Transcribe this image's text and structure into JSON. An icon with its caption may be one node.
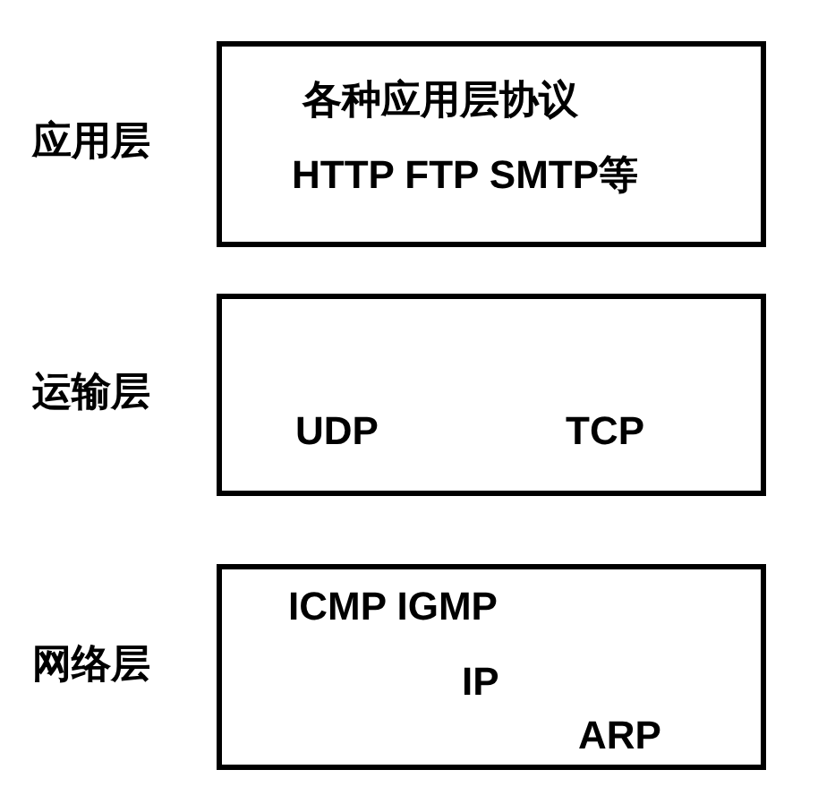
{
  "diagram": {
    "nodes": [
      {
        "text": [
          "应用层",
          "各种应用层协议",
          "HTTP FTP SMTP等"
        ]
      },
      {
        "text": [
          "运输层",
          "UDP",
          "TCP"
        ]
      },
      {
        "text": [
          "网络层",
          "ICMP IGMP",
          "IP",
          "ARP"
        ]
      }
    ]
  }
}
